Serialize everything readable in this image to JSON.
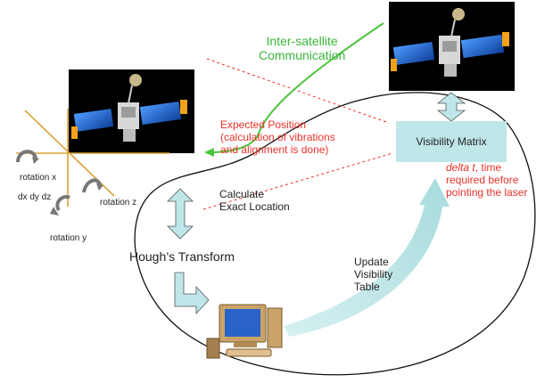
{
  "labels": {
    "inter_satellite": "Inter-satellite\nCommunication",
    "expected_position": "Expected Position\n(calculation of vibrations\nand alignment is done)",
    "visibility_matrix": "Visibility Matrix",
    "delta_t_italic": "delta t",
    "delta_t_rest": ", time\nrequired before\npointing the laser",
    "calculate": "Calculate\nExact Location",
    "hough": "Hough’s Transform",
    "update": "Update\nVisibility\nTable",
    "rotation_x": "rotation x",
    "rotation_y": "rotation y",
    "rotation_z": "rotation z",
    "dxdydz": "dx dy dz"
  },
  "colors": {
    "green_arrow": "#4ac43a",
    "red_text": "#e8322a",
    "box_fill": "#bfe6e8",
    "arrow_fill": "#bfe6e8",
    "axis": "#d9a23a",
    "satellite_bg": "#000000",
    "solar_panel": "#1f6fd6"
  },
  "icons": {
    "satellite_left": "satellite-image",
    "satellite_right": "satellite-image",
    "computer": "computer-icon"
  }
}
